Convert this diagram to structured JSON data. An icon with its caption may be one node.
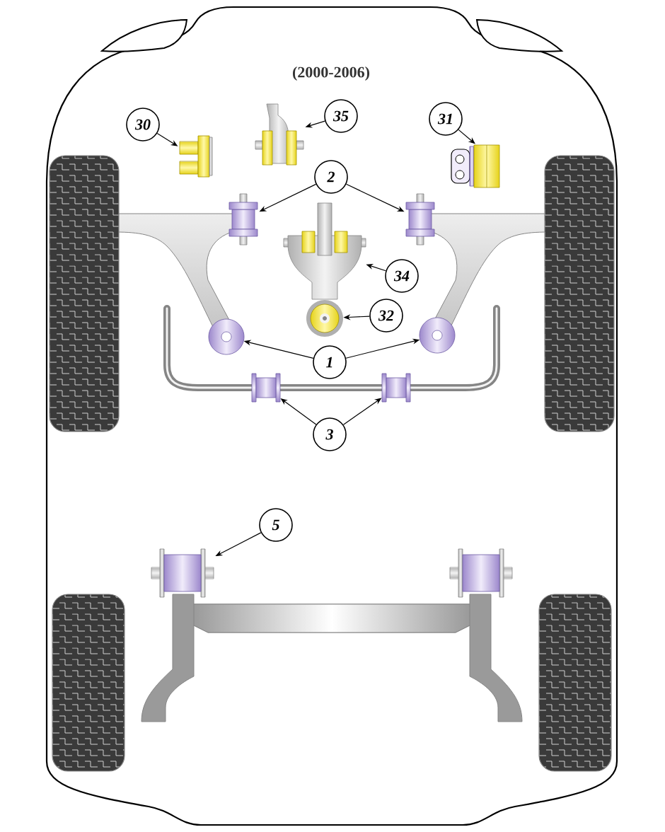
{
  "diagram": {
    "title": "(2000-2006)",
    "nodes": [
      {
        "text": [
          "30"
        ]
      },
      {
        "text": [],
        "shape": "picture"
      },
      {
        "text": [
          "35"
        ]
      },
      {
        "text": [],
        "shape": "picture"
      },
      {
        "text": [
          "31"
        ]
      },
      {
        "text": [],
        "shape": "picture"
      },
      {
        "text": [
          "2"
        ]
      },
      {
        "text": [],
        "shape": "picture"
      },
      {
        "text": [],
        "shape": "picture"
      },
      {
        "text": [
          "34"
        ]
      },
      {
        "text": [],
        "shape": "picture"
      },
      {
        "text": [
          "32"
        ]
      },
      {
        "text": [],
        "shape": "picture"
      },
      {
        "text": [
          "1"
        ]
      },
      {
        "text": [],
        "shape": "picture"
      },
      {
        "text": [],
        "shape": "picture"
      },
      {
        "text": [
          "3"
        ]
      },
      {
        "text": [],
        "shape": "picture"
      },
      {
        "text": [],
        "shape": "picture"
      },
      {
        "text": [
          "5"
        ]
      },
      {
        "text": [],
        "shape": "picture"
      },
      {
        "text": [],
        "shape": "picture"
      }
    ],
    "edges": [
      {
        "from": 0,
        "to": 1,
        "arrow": "to"
      },
      {
        "from": 2,
        "to": 3,
        "arrow": "to"
      },
      {
        "from": 4,
        "to": 5,
        "arrow": "to"
      },
      {
        "from": 6,
        "to": 7,
        "arrow": "to"
      },
      {
        "from": 6,
        "to": 8,
        "arrow": "to"
      },
      {
        "from": 9,
        "to": 10,
        "arrow": "to"
      },
      {
        "from": 11,
        "to": 12,
        "arrow": "to"
      },
      {
        "from": 13,
        "to": 14,
        "arrow": "to"
      },
      {
        "from": 13,
        "to": 15,
        "arrow": "to"
      },
      {
        "from": 16,
        "to": 17,
        "arrow": "to"
      },
      {
        "from": 16,
        "to": 18,
        "arrow": "to"
      },
      {
        "from": 19,
        "to": 20,
        "arrow": "to"
      }
    ]
  }
}
